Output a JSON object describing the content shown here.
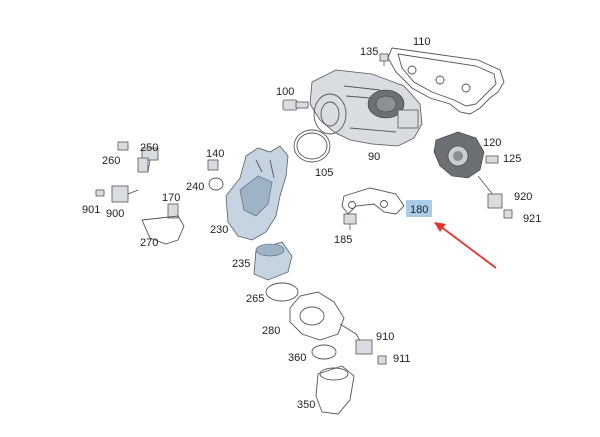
{
  "diagram": {
    "highlight_fill": "#a9cde6",
    "arrow_color": "#e3342f",
    "parts": {
      "p110": "110",
      "p135": "135",
      "p100": "100",
      "p90": "90",
      "p105": "105",
      "p120": "120",
      "p125": "125",
      "p920": "920",
      "p921": "921",
      "p180": "180",
      "p185": "185",
      "p250": "250",
      "p260": "260",
      "p140": "140",
      "p240": "240",
      "p170": "170",
      "p901": "901",
      "p900": "900",
      "p270": "270",
      "p230": "230",
      "p235": "235",
      "p265": "265",
      "p280": "280",
      "p910": "910",
      "p911": "911",
      "p360": "360",
      "p350": "350"
    }
  }
}
